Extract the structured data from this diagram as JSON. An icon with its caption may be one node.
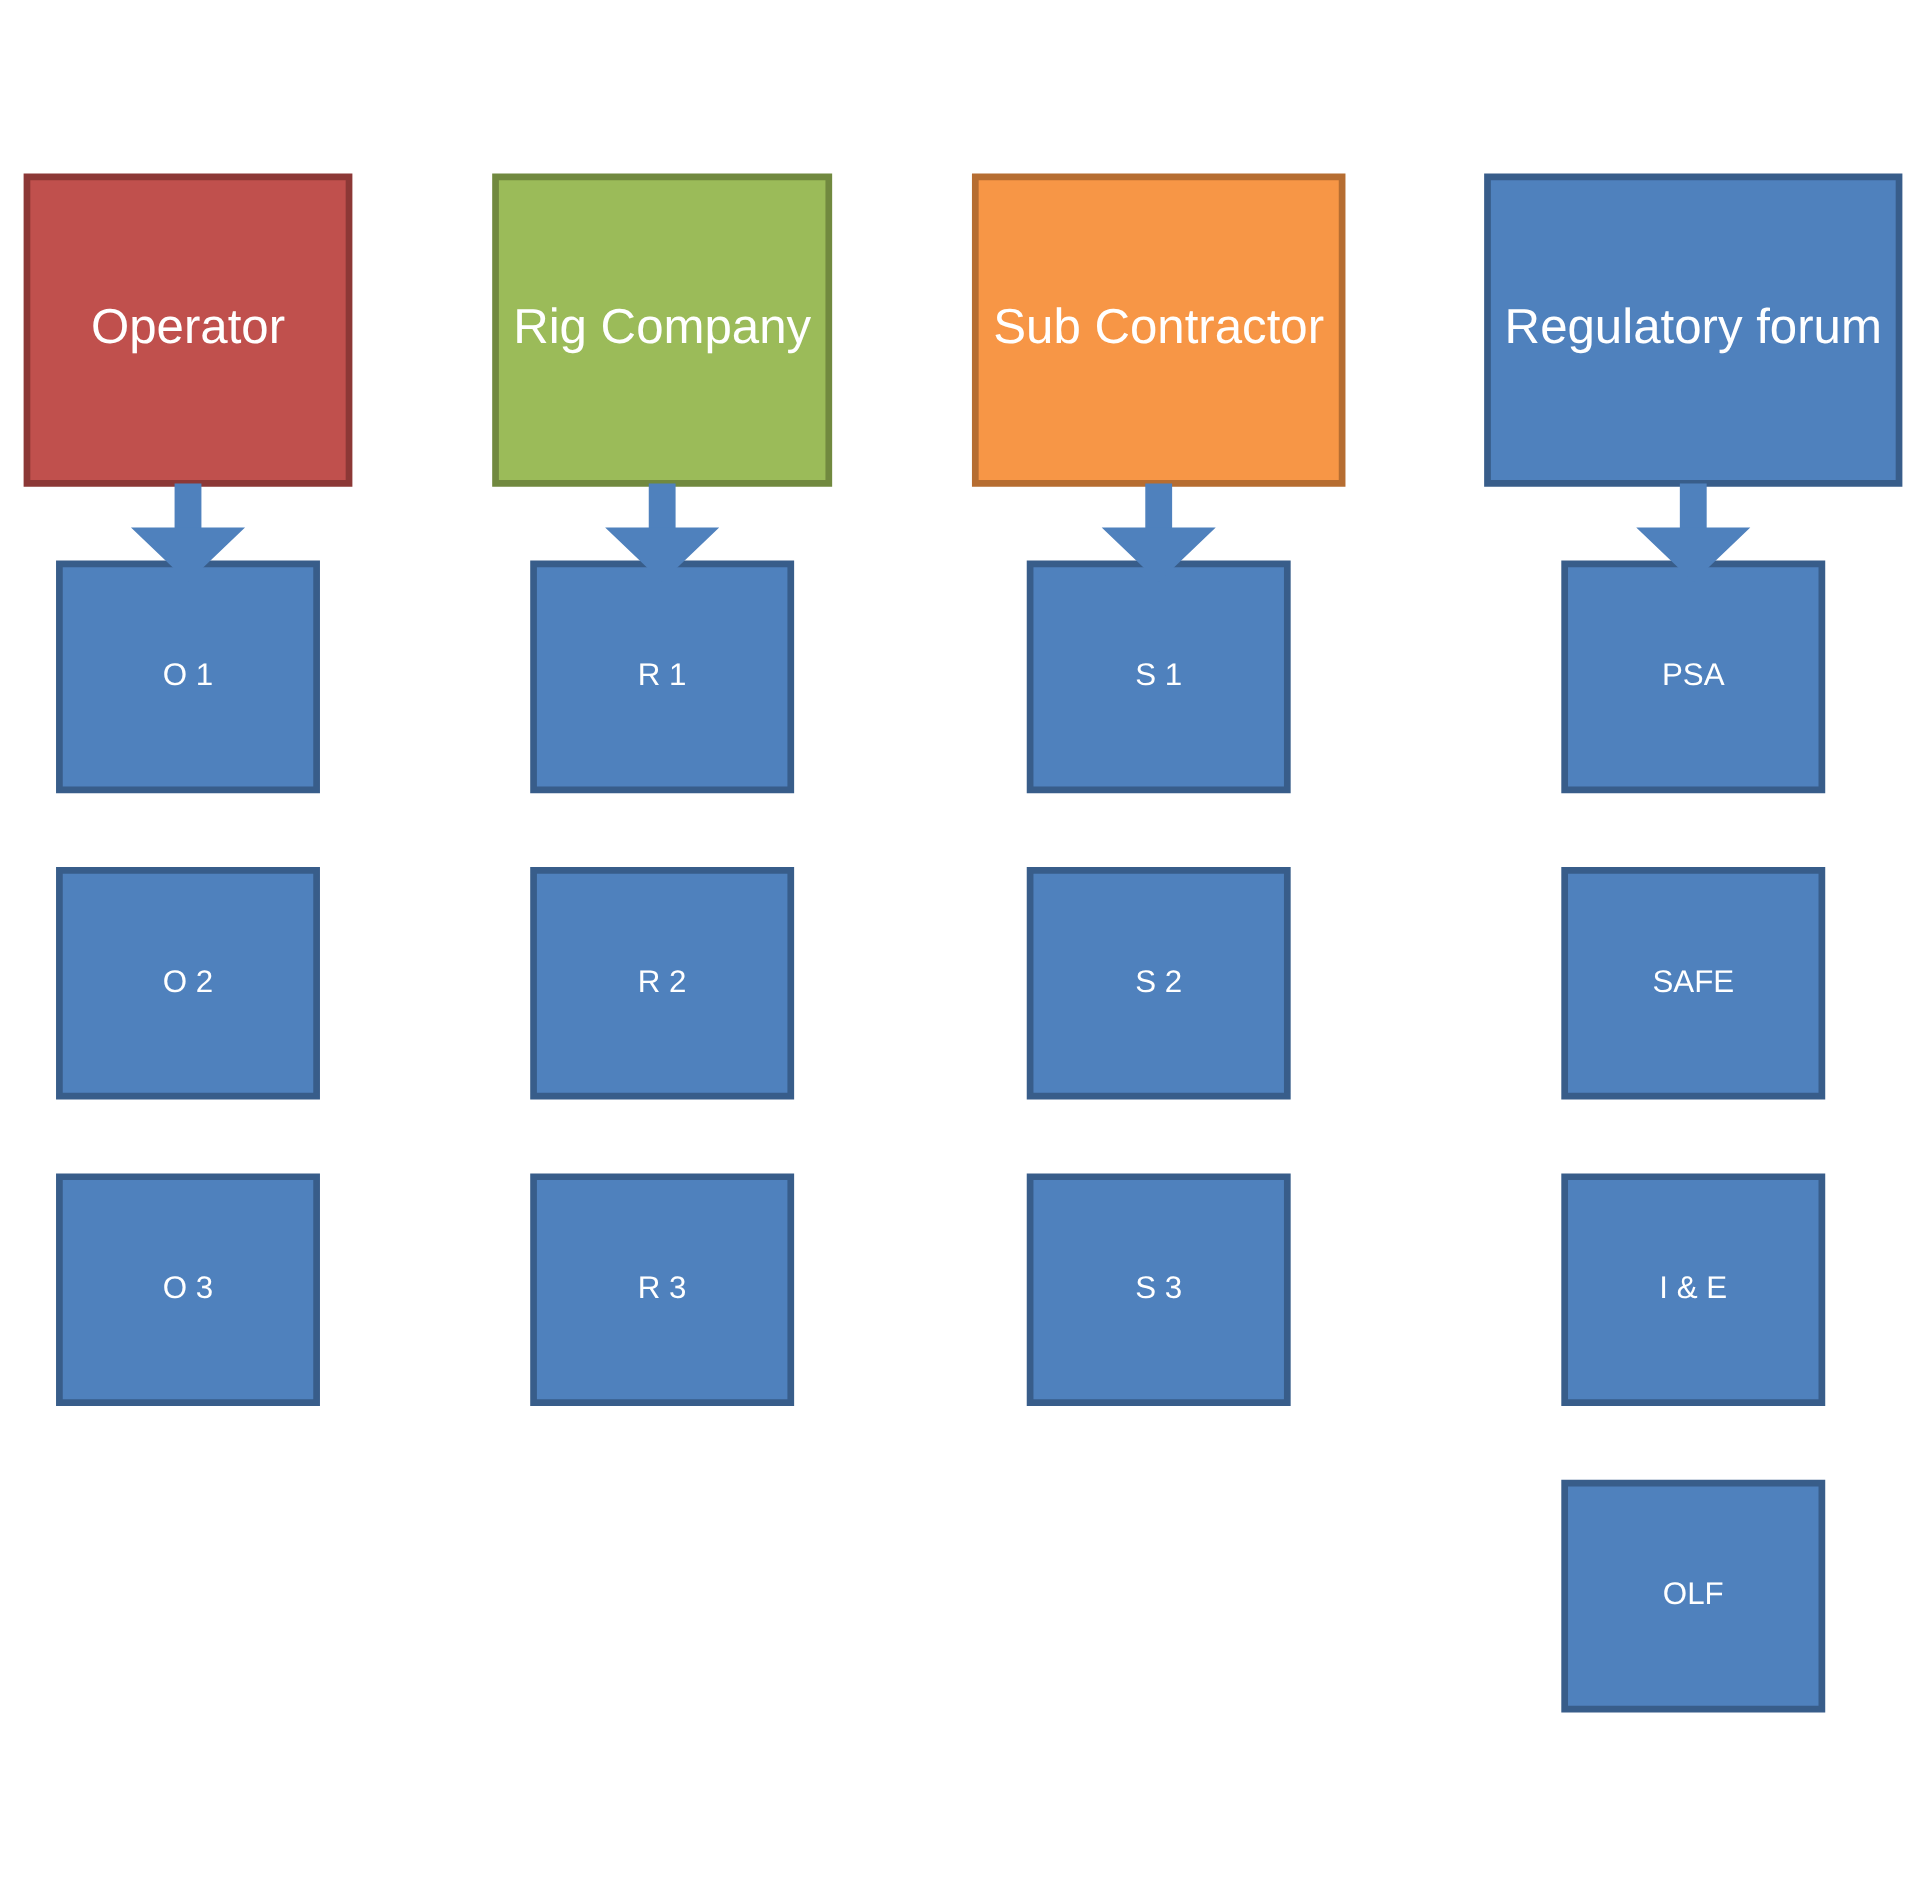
{
  "diagram": {
    "nodes": [
      {
        "text": [
          "Operator"
        ]
      },
      {
        "text": [
          "Rig Company"
        ]
      },
      {
        "text": [
          "Sub Contractor"
        ]
      },
      {
        "text": [
          "Regulatory forum"
        ]
      },
      {
        "text": [
          "O 1"
        ]
      },
      {
        "text": [
          "O 2"
        ]
      },
      {
        "text": [
          "O 3"
        ]
      },
      {
        "text": [
          "R 1"
        ]
      },
      {
        "text": [
          "R 2"
        ]
      },
      {
        "text": [
          "R 3"
        ]
      },
      {
        "text": [
          "S 1"
        ]
      },
      {
        "text": [
          "S 2"
        ]
      },
      {
        "text": [
          "S 3"
        ]
      },
      {
        "text": [
          "PSA"
        ]
      },
      {
        "text": [
          "SAFE"
        ]
      },
      {
        "text": [
          "I & E"
        ]
      },
      {
        "text": [
          "OLF"
        ]
      }
    ],
    "edges": [
      {
        "from": 0,
        "to": 4,
        "arrow": "to"
      },
      {
        "from": 1,
        "to": 7,
        "arrow": "to"
      },
      {
        "from": 2,
        "to": 10,
        "arrow": "to"
      },
      {
        "from": 3,
        "to": 13,
        "arrow": "to"
      }
    ]
  }
}
